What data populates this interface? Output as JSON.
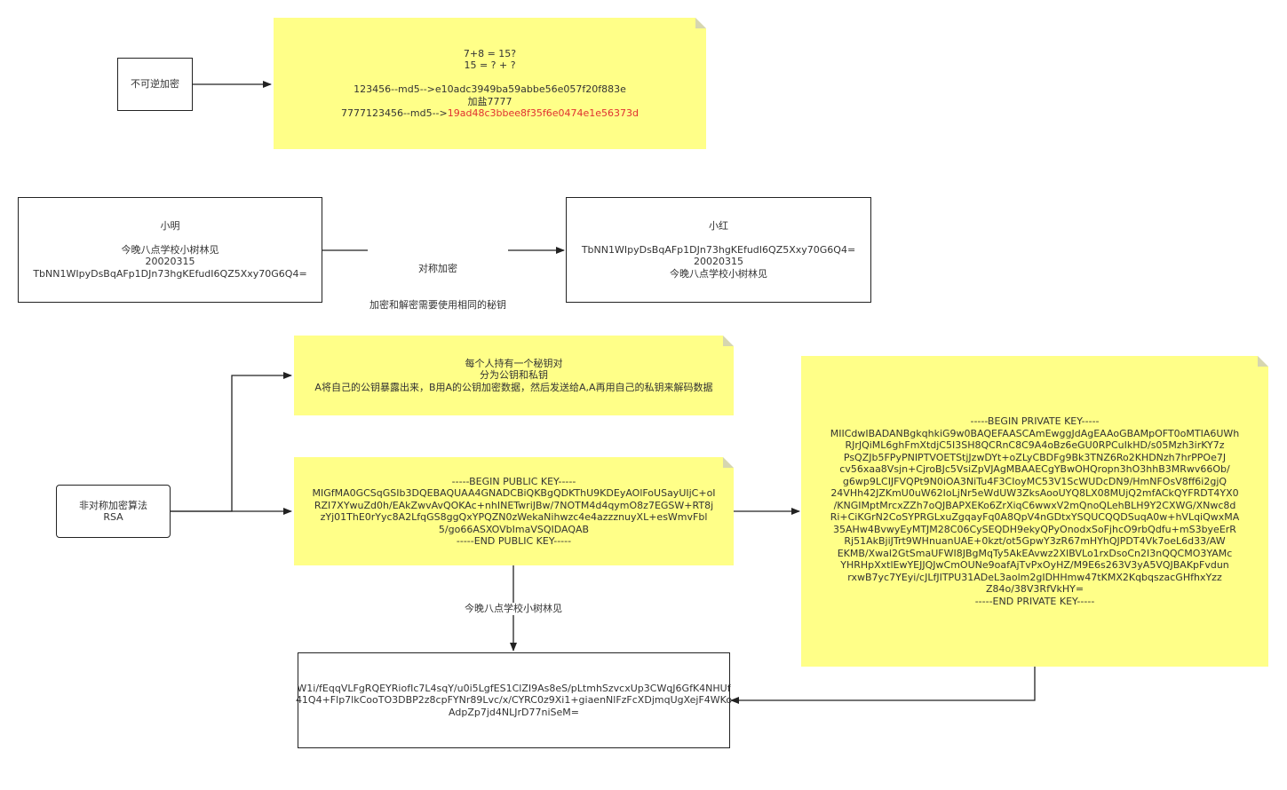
{
  "irreversible": {
    "box_label": "不可逆加密",
    "note_lines": [
      "7+8 = 15?",
      "15 = ? + ?",
      "",
      "123456--md5-->e10adc3949ba59abbe56e057f20f883e",
      "加盐7777"
    ],
    "salted_prefix": "7777123456--md5-->",
    "salted_hash": "19ad48c3bbee8f35f6e0474e1e56373d"
  },
  "symmetric": {
    "left_lines": [
      "小明",
      "",
      "今晚八点学校小树林见",
      "20020315",
      "TbNN1WIpyDsBqAFp1DJn73hgKEfudI6QZ5Xxy70G6Q4="
    ],
    "edge_label_1": "对称加密",
    "edge_label_2": "加密和解密需要使用相同的秘钥",
    "right_lines": [
      "小红",
      "",
      "TbNN1WIpyDsBqAFp1DJn73hgKEfudI6QZ5Xxy70G6Q4=",
      "20020315",
      "今晚八点学校小树林见"
    ]
  },
  "asymmetric": {
    "box_lines": [
      "非对称加密算法",
      "RSA"
    ],
    "desc_lines": [
      "每个人持有一个秘钥对",
      "分为公钥和私钥",
      "A将自己的公钥暴露出来，B用A的公钥加密数据，然后发送给A,A再用自己的私钥来解码数据"
    ],
    "public_key_lines": [
      "-----BEGIN PUBLIC KEY-----",
      "MIGfMA0GCSqGSIb3DQEBAQUAA4GNADCBiQKBgQDKThU9KDEyAOlFoUSayUIjC+oI",
      "RZI7XYwuZd0h/EAkZwvAvQOKAc+nhINETwriJBw/7NOTM4d4qymO8z7EGSW+RT8j",
      "zYj01ThE0rYyc8A2LfqGS8ggQxYPQZN0zWekaNihwzc4e4azzznuyXL+esWmvFbl",
      "5/go66ASXOVbImaVSQIDAQAB",
      "-----END PUBLIC KEY-----"
    ],
    "private_key_lines": [
      "-----BEGIN PRIVATE KEY-----",
      "MIICdwIBADANBgkqhkiG9w0BAQEFAASCAmEwggJdAgEAAoGBAMpOFT0oMTIA6UWh",
      "RJrJQiML6ghFmXtdjC5I3SH8QCRnC8C9A4oBz6eGU0RPCuIkHD/s05Mzh3irKY7z",
      "PsQZJb5FPyPNIPTVOETStjJzwDYt+oZLyCBDFg9Bk3TNZ6Ro2KHDNzh7hrPPOe7J",
      "cv56xaa8Vsjn+CjroBJc5VsiZpVJAgMBAAECgYBwOHQropn3hO3hhB3MRwv66Ob/",
      "g6wp9LCIJFVQPt9N0iOA3NiTu4F3CIoyMC53V1ScWUDcDN9/HmNFOsV8ff6i2gjQ",
      "24VHh42JZKmU0uW62IoLjNr5eWdUW3ZksAooUYQ8LX08MUjQ2mfACkQYFRDT4YX0",
      "/KNGIMptMrcxZZh7oQJBAPXEKo6ZrXiqC6wwxV2mQnoQLehBLH9Y2CXWG/XNwc8d",
      "Ri+CiKGrN2CoSYPRGLxuZgqayFq0A8QpV4nGDtxYSQUCQQDSuqA0w+hVLqiQwxMA",
      "35AHw4BvwyEyMTJM28C06CySEQDH9ekyQPyOnodxSoFjhcO9rbQdfu+mS3byeErR",
      "Rj51AkBjiJTrt9WHnuanUAE+0kzt/ot5GpwY3zR67mHYhQJPDT4Vk7oeL6d33/AW",
      "EKMB/Xwal2GtSmaUFWI8JBgMqTy5AkEAvwz2XIBVLo1rxDsoCn2I3nQQCMO3YAMc",
      "YHRHpXxtlEwYEJJQJwCmOUNe9oafAjTvPxOyHZ/M9E6s263V3yA5VQJBAKpFvdun",
      "rxwB7yc7YEyi/cJLfJITPU31ADeL3aolm2gIDHHmw47tKMX2KqbqszacGHfhxYzz",
      "Z84o/38V3RfVkHY=",
      "-----END PRIVATE KEY-----"
    ],
    "plaintext_label": "今晚八点学校小树林见",
    "cipher_lines": [
      "W1i/fEqqVLFgRQEYRiofIc7L4sqY/u0i5LgfES1ClZI9As8eS/pLtmhSzvcxUp3CWqJ6GfK4NHUf",
      "41Q4+Flp7lkCooTO3DBP2z8cpFYNr89Lvc/x/CYRC0z9Xi1+giaenNlFzFcXDjmqUgXejF4WKo",
      "AdpZp7jd4NLJrD77niSeM="
    ]
  }
}
